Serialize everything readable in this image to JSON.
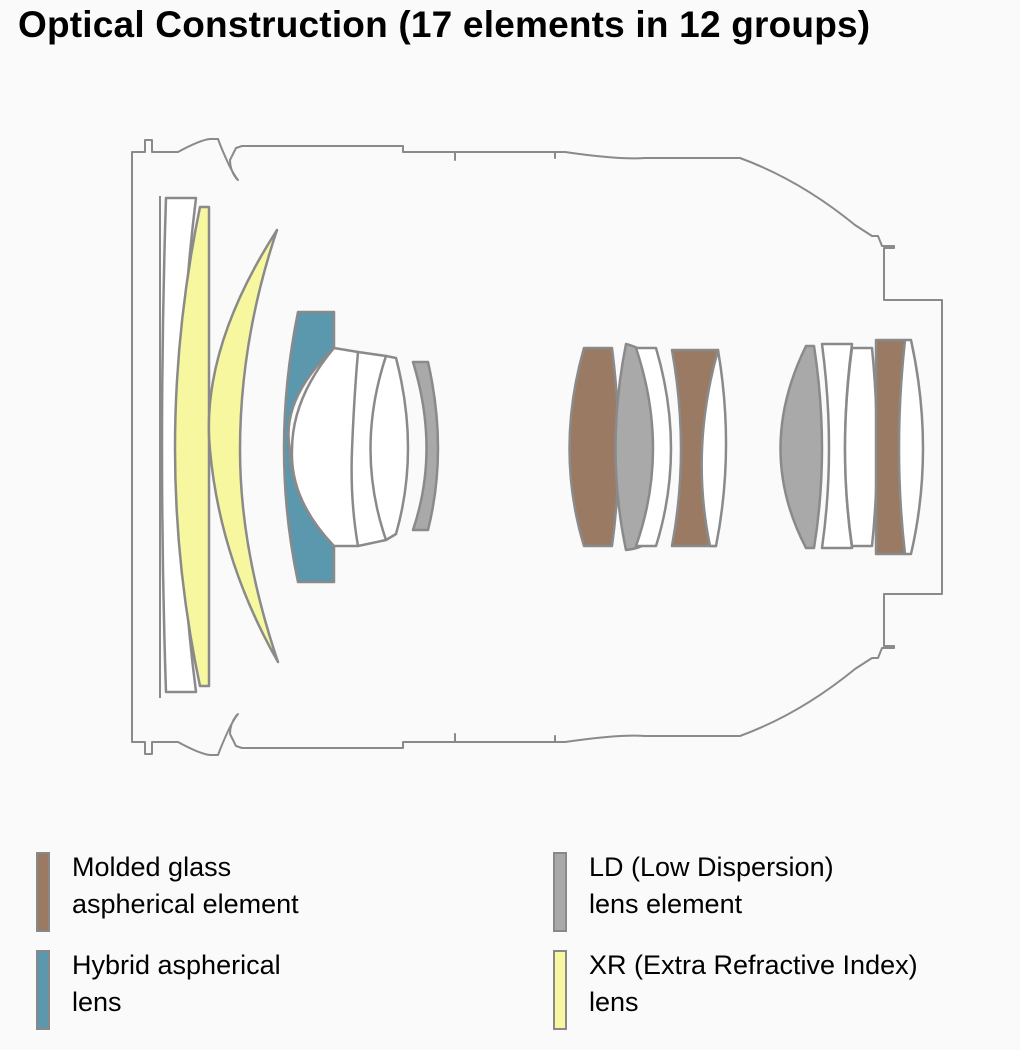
{
  "title": "Optical Construction (17 elements in 12 groups)",
  "colors": {
    "molded": "#9a7a62",
    "hybrid": "#5b97ad",
    "ld": "#a9a9a9",
    "xr": "#f7f7a0",
    "plain": "#ffffff",
    "outline": "#8a8a8a"
  },
  "legend": [
    {
      "key": "molded",
      "lines": [
        "Molded glass",
        "aspherical element"
      ],
      "color": "#9a7a62"
    },
    {
      "key": "ld",
      "lines": [
        "LD (Low Dispersion)",
        "lens element"
      ],
      "color": "#a9a9a9"
    },
    {
      "key": "hybrid",
      "lines": [
        "Hybrid aspherical",
        "lens"
      ],
      "color": "#5b97ad"
    },
    {
      "key": "xr",
      "lines": [
        "XR (Extra Refractive Index)",
        "lens"
      ],
      "color": "#f7f7a0"
    }
  ]
}
